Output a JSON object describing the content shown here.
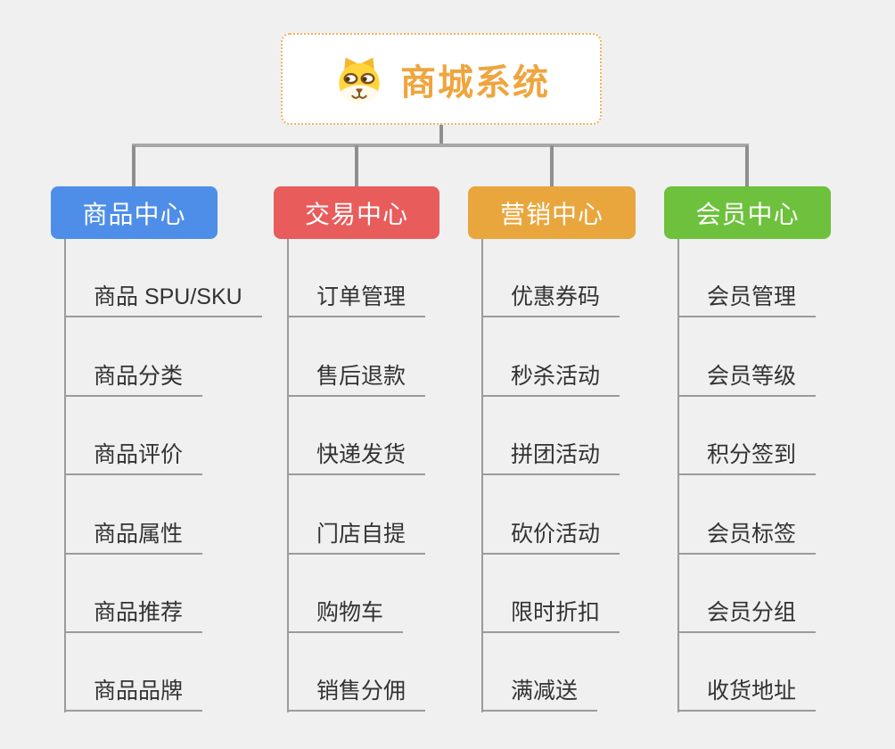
{
  "root": {
    "title": "商城系统",
    "icon": "dog-face-icon",
    "title_color": "#efa53e",
    "border_color": "#f0b35c"
  },
  "branches": [
    {
      "label": "商品中心",
      "color": "#4e8ee8",
      "items": [
        "商品 SPU/SKU",
        "商品分类",
        "商品评价",
        "商品属性",
        "商品推荐",
        "商品品牌"
      ]
    },
    {
      "label": "交易中心",
      "color": "#e85c5c",
      "items": [
        "订单管理",
        "售后退款",
        "快递发货",
        "门店自提",
        "购物车",
        "销售分佣"
      ]
    },
    {
      "label": "营销中心",
      "color": "#e9a63d",
      "items": [
        "优惠券码",
        "秒杀活动",
        "拼团活动",
        "砍价活动",
        "限时折扣",
        "满减送"
      ]
    },
    {
      "label": "会员中心",
      "color": "#6dc13c",
      "items": [
        "会员管理",
        "会员等级",
        "积分签到",
        "会员标签",
        "会员分组",
        "收货地址"
      ]
    }
  ],
  "connector_colors": {
    "vertical": "#8f8f8f",
    "horizontal": "#a8a8a8",
    "leaf_line": "#9b9b9b"
  },
  "background": "#f0f0f1"
}
